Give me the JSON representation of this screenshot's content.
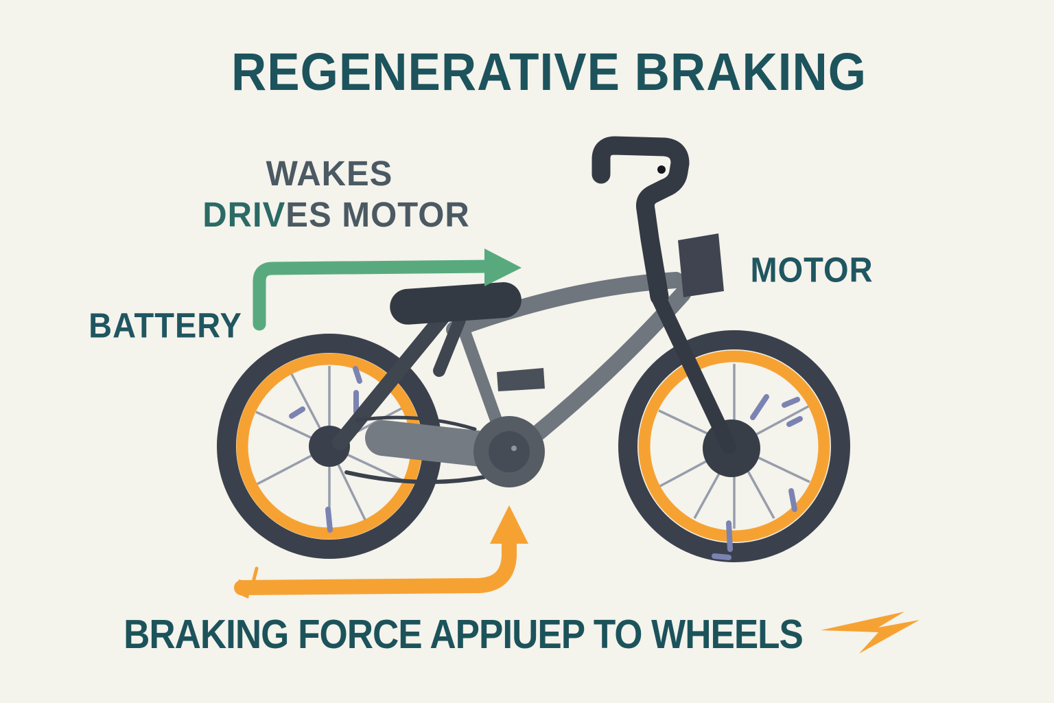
{
  "title": "REGENERATIVE BRAKING",
  "labels": {
    "wakes": "WAKES",
    "drives_part1": "DRIV",
    "drives_part2": "ES MOTOR",
    "battery": "BATTERY",
    "motor": "MOTOR",
    "bottom": "BRAKING FORCE APPIUEP TO WHEELS"
  },
  "icons": {
    "energy_flow_arrow": "green-right-arrow",
    "braking_force_arrow": "orange-up-arrow",
    "lightning_bolt": "orange-lightning-bolt"
  },
  "colors": {
    "background": "#f4f3ec",
    "teal_text": "#1d535c",
    "slate_text": "#4b5962",
    "green_arrow": "#58aa7e",
    "orange_accent": "#f6a233",
    "bike_dark": "#353b45",
    "frame_gray": "#6f767e",
    "spoke_gray": "#979dab",
    "reflector_blue": "#7b83b2"
  }
}
